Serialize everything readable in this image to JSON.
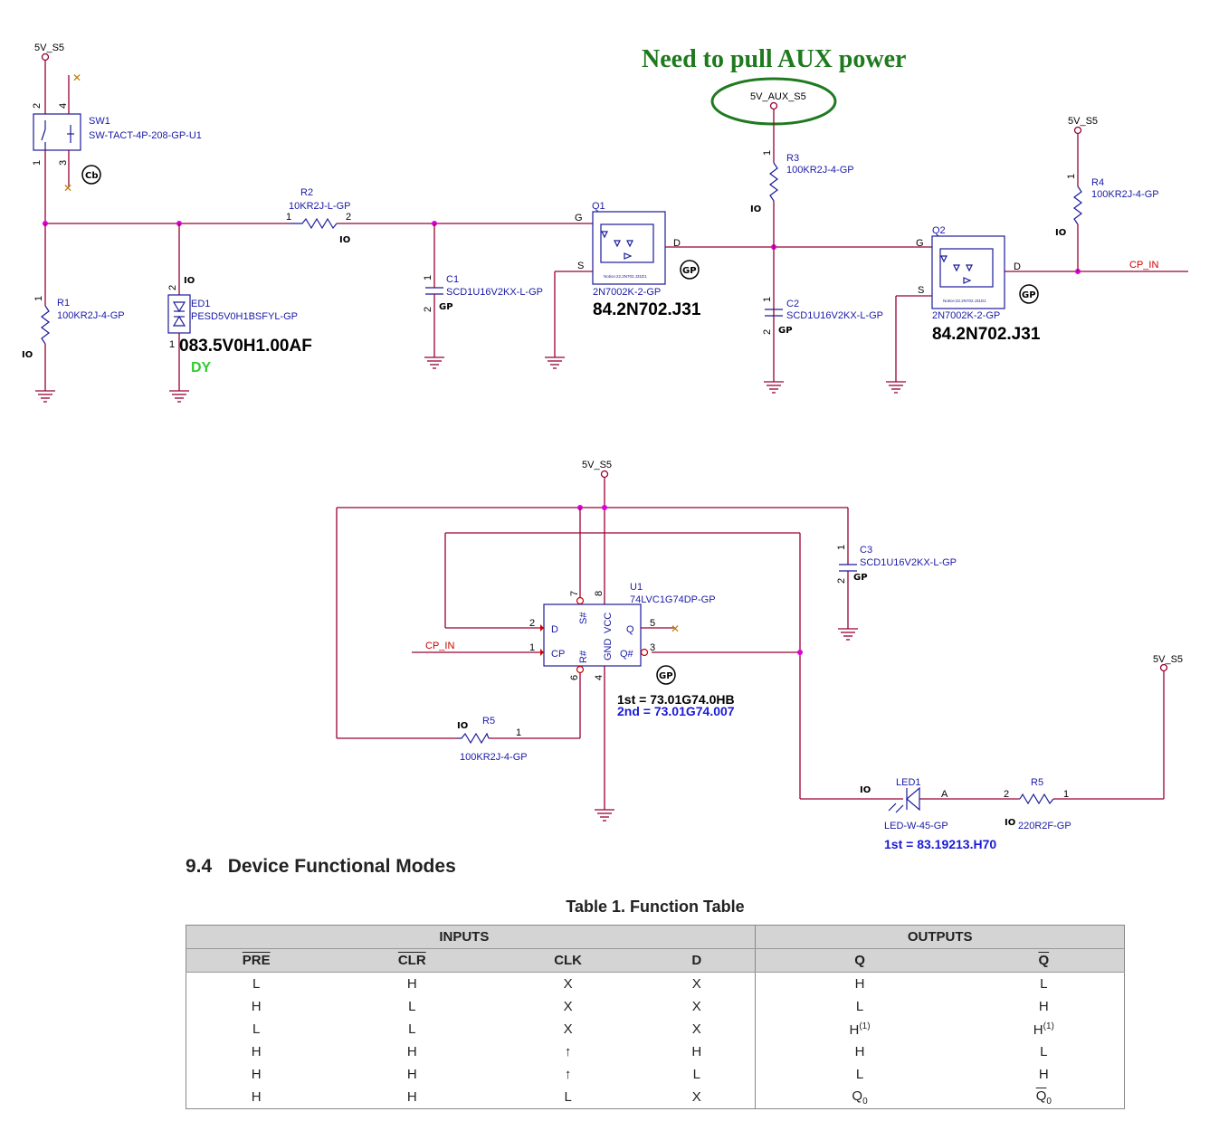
{
  "schematic": {
    "note": "Need to pull AUX power",
    "nets": {
      "top_left": "5V_S5",
      "aux": "5V_AUX_S5",
      "top_right": "5V_S5",
      "u1": "5V_S5",
      "led": "5V_S5",
      "cp_in_out": "CP_IN",
      "cp_in_in": "CP_IN"
    },
    "sw1": {
      "ref": "SW1",
      "part": "SW-TACT-4P-208-GP-U1",
      "pins": [
        "2",
        "4",
        "1",
        "3"
      ]
    },
    "r1": {
      "ref": "R1",
      "part": "100KR2J-4-GP",
      "pin": "1"
    },
    "ed1": {
      "ref": "ED1",
      "part": "PESD5V0H1BSFYL-GP",
      "pn": "083.5V0H1.00AF",
      "dy": "DY",
      "pins": [
        "2",
        "1"
      ]
    },
    "r2": {
      "ref": "R2",
      "part": "10KR2J-L-GP",
      "pins": [
        "1",
        "2"
      ]
    },
    "c1": {
      "ref": "C1",
      "part": "SCD1U16V2KX-L-GP",
      "pins": [
        "1",
        "2"
      ]
    },
    "q1": {
      "ref": "Q1",
      "part": "2N7002K-2-GP",
      "pn": "84.2N702.J31",
      "g": "G",
      "s": "S",
      "d": "D",
      "inner": "Notice:22.2N702.J31D1"
    },
    "r3": {
      "ref": "R3",
      "part": "100KR2J-4-GP",
      "pin": "1"
    },
    "c2": {
      "ref": "C2",
      "part": "SCD1U16V2KX-L-GP",
      "pins": [
        "1",
        "2"
      ]
    },
    "q2": {
      "ref": "Q2",
      "part": "2N7002K-2-GP",
      "pn": "84.2N702.J31",
      "g": "G",
      "s": "S",
      "d": "D",
      "inner": "Notice:22.2N702.J31D1"
    },
    "r4": {
      "ref": "R4",
      "part": "100KR2J-4-GP",
      "pin": "1"
    },
    "u1": {
      "ref": "U1",
      "part": "74LVC1G74DP-GP",
      "first": "1st = 73.01G74.0HB",
      "second": "2nd = 73.01G74.007",
      "pins": {
        "d": "D",
        "cp": "CP",
        "sn": "S#",
        "rn": "R#",
        "gnd": "GND",
        "vcc": "VCC",
        "q": "Q",
        "qn": "Q#"
      },
      "pin_numbers": [
        "7",
        "8",
        "2",
        "1",
        "6",
        "4",
        "5",
        "3"
      ]
    },
    "c3": {
      "ref": "C3",
      "part": "SCD1U16V2KX-L-GP",
      "pins": [
        "1",
        "2"
      ]
    },
    "r5a": {
      "ref": "R5",
      "part": "100KR2J-4-GP",
      "pin": "1"
    },
    "led1": {
      "ref": "LED1",
      "part": "LED-W-45-GP",
      "anode": "A",
      "first": "1st = 83.19213.H70"
    },
    "r5b": {
      "ref": "R5",
      "part": "220R2F-GP",
      "pins": [
        "2",
        "1"
      ]
    },
    "stamps": {
      "cb": "Cb",
      "gp": "GP"
    },
    "colors": {
      "wire": "#990033",
      "symbol": "#1a1a9a",
      "junction": "#dd00dd",
      "note": "#1f7a1f",
      "dy": "#33cc33",
      "pn_blue": "#1a1ad8"
    }
  },
  "section_heading": "9.4   Device Functional Modes",
  "table_caption": "Table 1. Function Table",
  "function_table": {
    "group_inputs": "INPUTS",
    "group_outputs": "OUTPUTS",
    "columns": [
      "PRE",
      "CLR",
      "CLK",
      "D",
      "Q",
      "Q"
    ],
    "rows": [
      [
        "L",
        "H",
        "X",
        "X",
        "H",
        "L"
      ],
      [
        "H",
        "L",
        "X",
        "X",
        "L",
        "H"
      ],
      [
        "L",
        "L",
        "X",
        "X",
        "H(1)",
        "H(1)"
      ],
      [
        "H",
        "H",
        "↑",
        "H",
        "H",
        "L"
      ],
      [
        "H",
        "H",
        "↑",
        "L",
        "L",
        "H"
      ],
      [
        "H",
        "H",
        "L",
        "X",
        "Q0",
        "Q0"
      ]
    ]
  }
}
